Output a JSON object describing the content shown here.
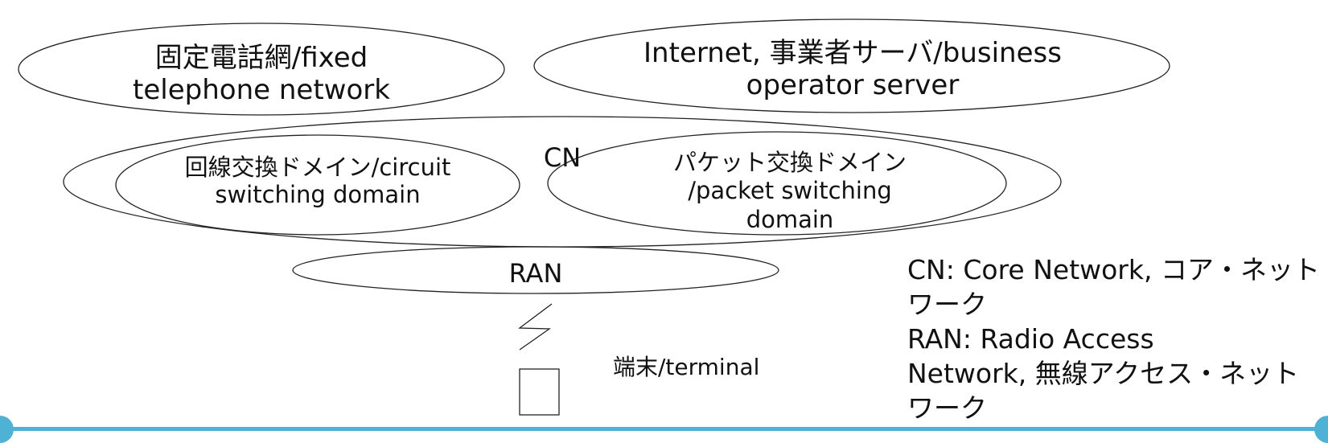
{
  "fixed_network": {
    "line1": "固定電話網/fixed",
    "line2": "telephone network"
  },
  "internet": {
    "line1": "Internet, 事業者サーバ/business",
    "line2": "operator server"
  },
  "core_network": {
    "label": "CN",
    "circuit": {
      "line1": "回線交換ドメイン/circuit",
      "line2": "switching domain"
    },
    "packet": {
      "line1": "パケット交換ドメイン",
      "line2": "/packet switching",
      "line3": "domain"
    }
  },
  "ran": {
    "label": "RAN"
  },
  "terminal": {
    "label": "端末/terminal"
  },
  "legend": {
    "line1": "CN: Core Network, コア・ネット",
    "line2": "ワーク",
    "line3": "RAN: Radio Access",
    "line4": "Network, 無線アクセス・ネット",
    "line5": "ワーク"
  },
  "colors": {
    "outline": "#222222",
    "accent_bar": "#4fb2d4"
  }
}
